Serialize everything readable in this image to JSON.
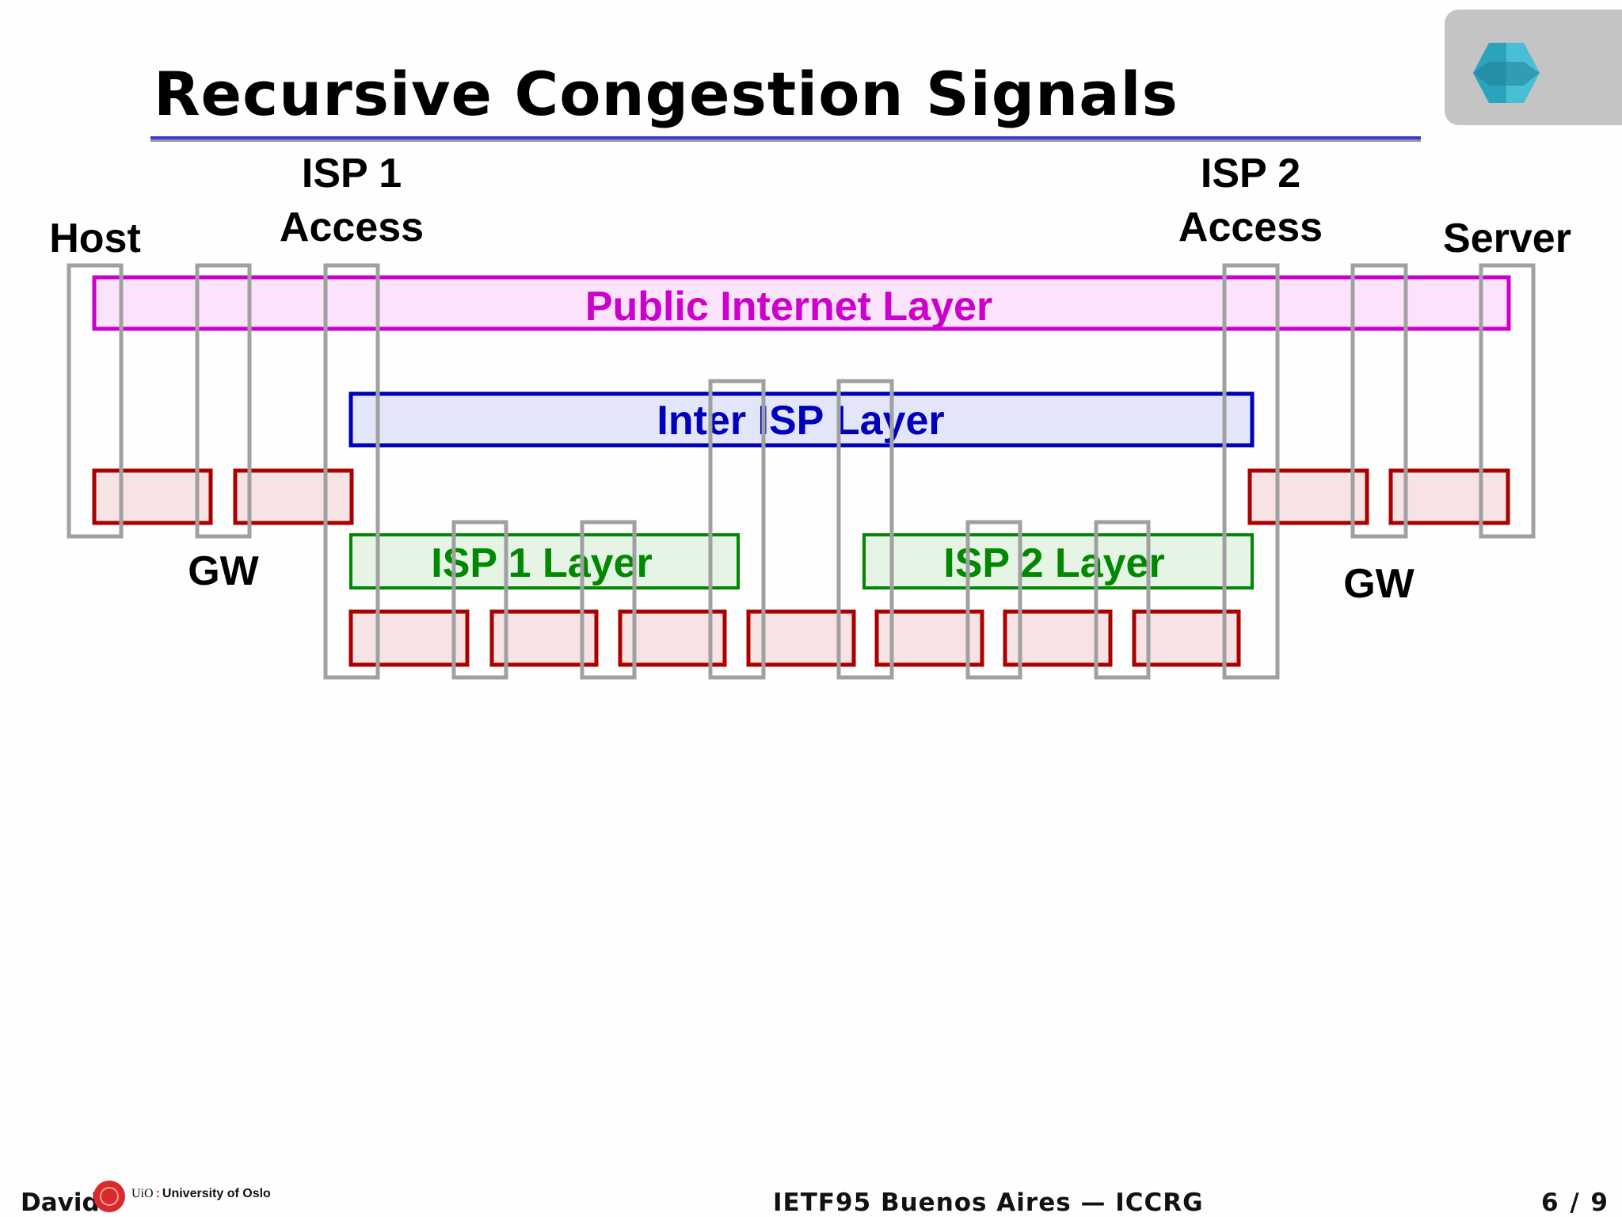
{
  "title": "Recursive Congestion Signals",
  "diagram": {
    "node_labels": {
      "host": "Host",
      "isp1_access": [
        "ISP 1",
        "Access"
      ],
      "isp2_access": [
        "ISP 2",
        "Access"
      ],
      "server": "Server",
      "gw_left": "GW",
      "gw_right": "GW"
    },
    "layers": {
      "public_internet": "Public Internet Layer",
      "inter_isp": "Inter ISP Layer",
      "isp1": "ISP 1 Layer",
      "isp2": "ISP 2 Layer"
    },
    "colors": {
      "public_internet_stroke": "#cc00cc",
      "public_internet_fill": "#fbe3fb",
      "inter_isp_stroke": "#0000bb",
      "inter_isp_fill": "#e3e5fa",
      "isp_stroke": "#008800",
      "isp_fill": "#e6f4e6",
      "link_stroke": "#aa0000",
      "link_fill": "#f7e3e3",
      "node_stroke": "#a0a0a0"
    }
  },
  "footer": {
    "author": "David",
    "university": "University of Oslo",
    "uio": "UiO",
    "event": "IETF95 Buenos Aires — ICCRG",
    "page": "6 / 9"
  },
  "logo": "hexagon-logo-icon"
}
